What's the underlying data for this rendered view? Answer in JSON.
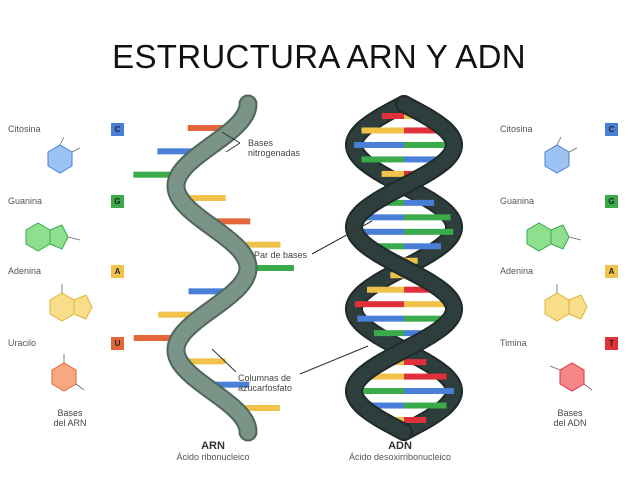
{
  "title": "ESTRUCTURA ARN Y ADN",
  "rna_bases": [
    {
      "name": "Citosina",
      "letter": "C",
      "color": "#4a7fd8"
    },
    {
      "name": "Guanina",
      "letter": "G",
      "color": "#3aaa4a"
    },
    {
      "name": "Adenina",
      "letter": "A",
      "color": "#f0c24a"
    },
    {
      "name": "Uracilo",
      "letter": "U",
      "color": "#e2663a"
    }
  ],
  "dna_bases": [
    {
      "name": "Citosina",
      "letter": "C",
      "color": "#4a7fd8"
    },
    {
      "name": "Guanina",
      "letter": "G",
      "color": "#3aaa4a"
    },
    {
      "name": "Adenina",
      "letter": "A",
      "color": "#f0c24a"
    },
    {
      "name": "Timina",
      "letter": "T",
      "color": "#e0303a"
    }
  ],
  "annotations": {
    "bases_line1": "Bases",
    "bases_line2": "nitrogenadas",
    "pair": "Par de bases",
    "columns_line1": "Columnas de",
    "columns_line2": "azucarfosfato"
  },
  "captions": {
    "rna_line1": "Bases",
    "rna_line2": "del ARN",
    "dna_line1": "Bases",
    "dna_line2": "del ADN"
  },
  "labels": {
    "rna": "ARN",
    "rna_sub": "Ácido ribonucleico",
    "dna": "ADN",
    "dna_sub": "Ácido desoxirribonucleico"
  },
  "colors": {
    "rna_backbone": "#7a9488",
    "dna_backbone": "#2e3e3c",
    "cytosine": "#4a7fd8",
    "guanine": "#3aaa4a",
    "adenine": "#f0c24a",
    "uracil": "#e2663a",
    "thymine": "#e0303a"
  },
  "rna_rungs": [
    "U",
    "C",
    "G",
    "A",
    "U",
    "A",
    "G",
    "C",
    "A",
    "U",
    "A",
    "C",
    "A"
  ],
  "dna_rungs": [
    "T",
    "A",
    "C",
    "G",
    "A",
    "T",
    "G",
    "C",
    "C",
    "G",
    "T",
    "A",
    "A",
    "T",
    "C",
    "G",
    "T",
    "A",
    "A",
    "G",
    "C",
    "A"
  ]
}
